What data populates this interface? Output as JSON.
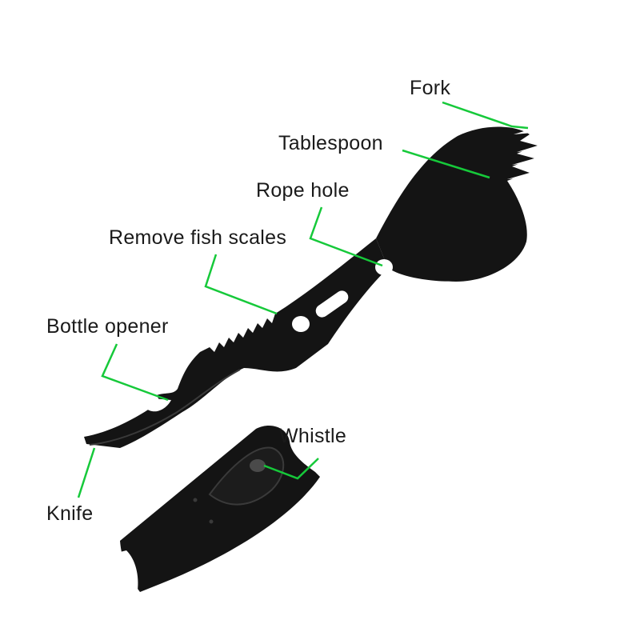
{
  "colors": {
    "leader": "#16c93a",
    "tool": "#141414",
    "tool_highlight": "#3a3a3a",
    "background": "#ffffff",
    "text": "#1a1a1a"
  },
  "labels": {
    "fork": "Fork",
    "tablespoon": "Tablespoon",
    "rope_hole": "Rope hole",
    "fish_scales": "Remove fish scales",
    "bottle_opener": "Bottle opener",
    "whistle": "Whistle",
    "knife": "Knife"
  }
}
